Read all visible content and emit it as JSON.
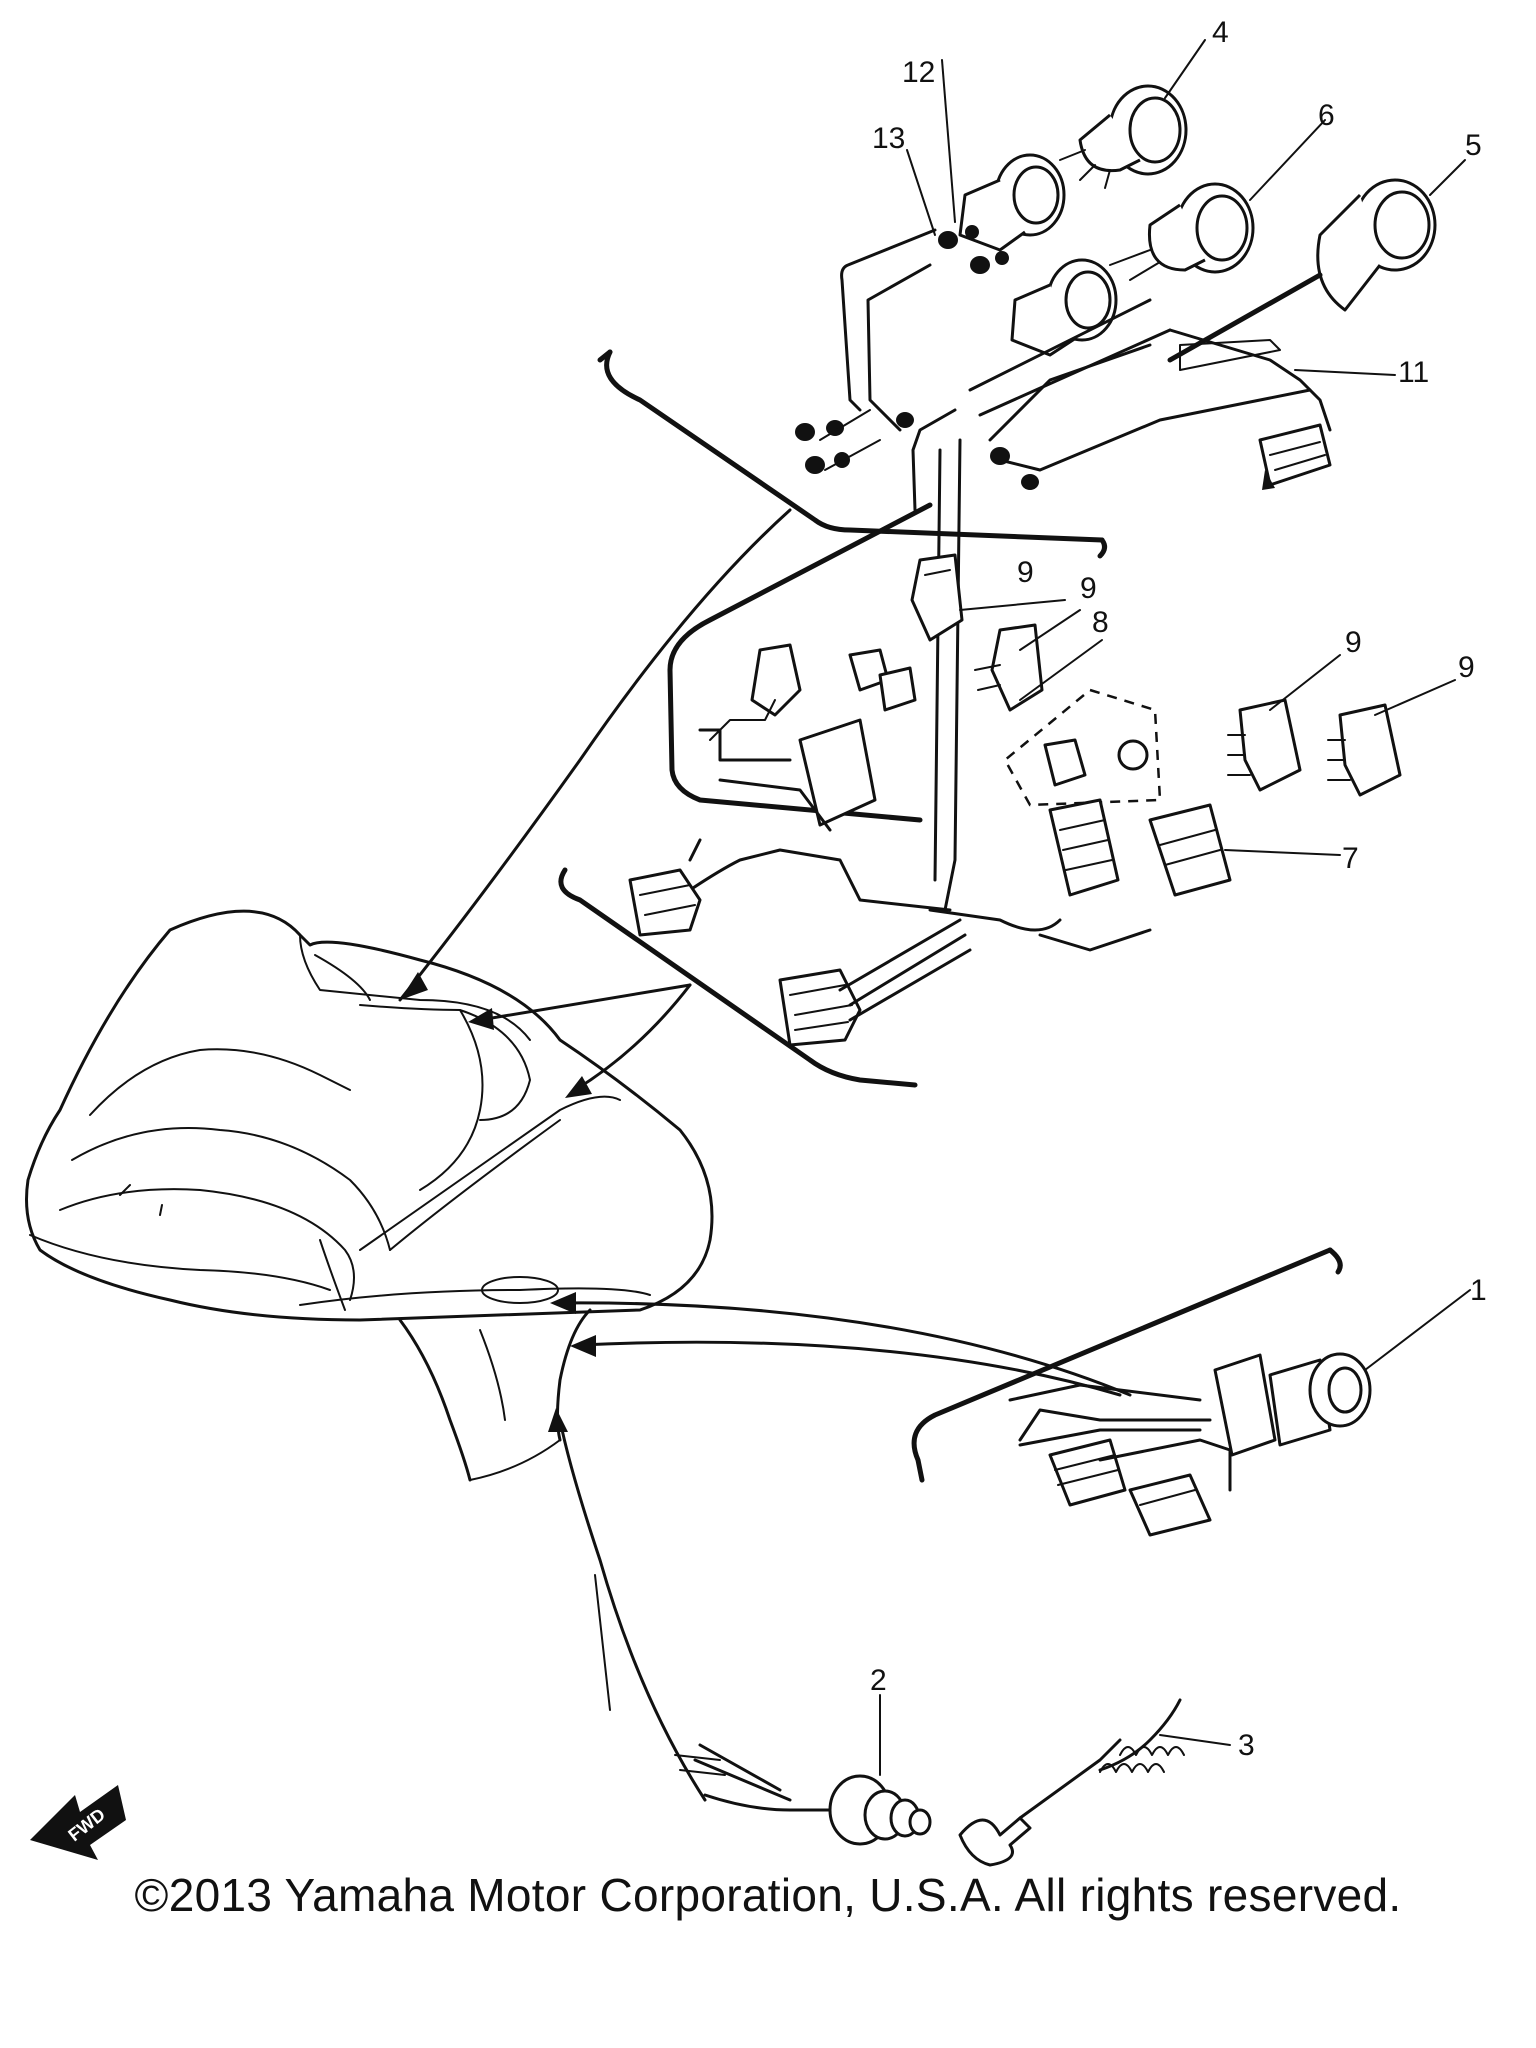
{
  "callouts": {
    "c1": "1",
    "c2": "2",
    "c3": "3",
    "c4": "4",
    "c5": "5",
    "c6": "6",
    "c7": "7",
    "c8": "8",
    "c9a": "9",
    "c9b": "9",
    "c9c": "9",
    "c9d": "9",
    "c11": "11",
    "c12": "12",
    "c13": "13"
  },
  "fwd_label": "FWD",
  "copyright": "©2013 Yamaha Motor Corporation, U.S.A. All rights reserved."
}
